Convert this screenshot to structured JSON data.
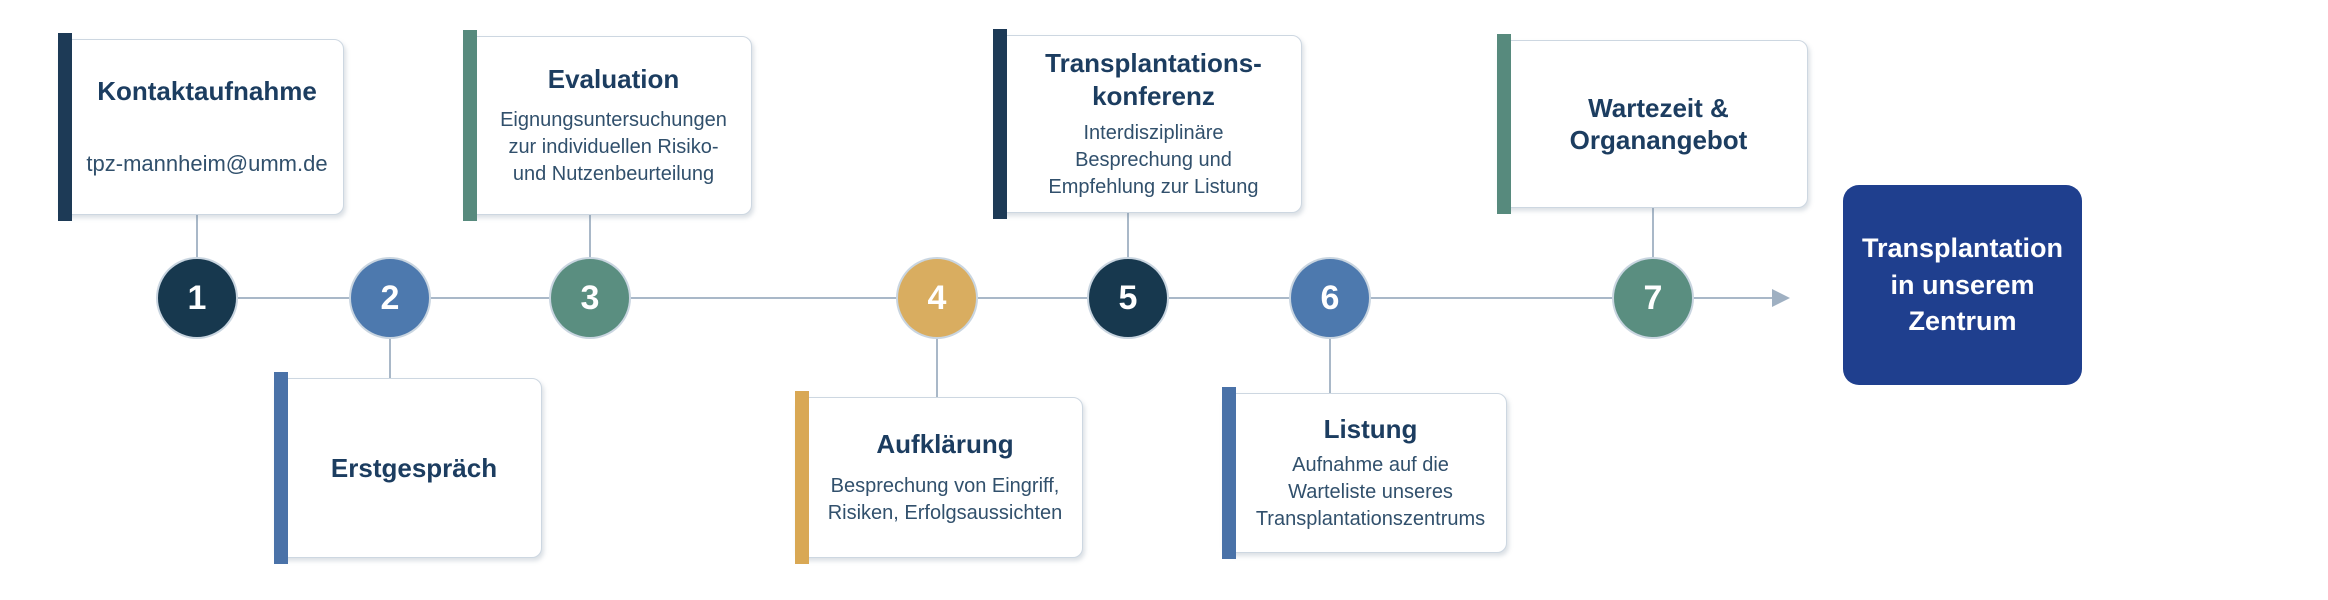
{
  "diagram": {
    "type": "process-timeline",
    "language": "de",
    "palette": {
      "navy": "#17384e",
      "blue": "#4d79ae",
      "green": "#5a8e80",
      "gold": "#d9ad60",
      "end_box": "#1f3f8e",
      "connector_line": "#a9b8c8",
      "title_text": "#1c3d60",
      "body_text": "#31506c"
    },
    "steps": [
      {
        "number": "1",
        "accent_color": "#17384e",
        "card_position": "above",
        "title": "Kontaktaufnahme",
        "body": "tpz-mannheim@umm.de"
      },
      {
        "number": "2",
        "accent_color": "#4d79ae",
        "card_position": "below",
        "title": "Erstgespräch",
        "body": ""
      },
      {
        "number": "3",
        "accent_color": "#5a8e80",
        "card_position": "above",
        "title": "Evaluation",
        "body": "Eignungsuntersuchungen\nzur individuellen Risiko-\nund Nutzenbeurteilung"
      },
      {
        "number": "4",
        "accent_color": "#d9ad60",
        "card_position": "below",
        "title": "Aufklärung",
        "body": "Besprechung von Eingriff,\nRisiken, Erfolgsaussichten"
      },
      {
        "number": "5",
        "accent_color": "#17384e",
        "card_position": "above",
        "title": "Transplantations-\nkonferenz",
        "body": "Interdisziplinäre\nBesprechung und\nEmpfehlung zur Listung"
      },
      {
        "number": "6",
        "accent_color": "#4d79ae",
        "card_position": "below",
        "title": "Listung",
        "body": "Aufnahme auf die\nWarteliste unseres\nTransplantationszentrums"
      },
      {
        "number": "7",
        "accent_color": "#5a8e80",
        "card_position": "above",
        "title": "Wartezeit &\nOrganangebot",
        "body": ""
      }
    ],
    "end_node": {
      "label": "Transplantation\nin unserem\nZentrum",
      "color": "#1f3f8e"
    }
  }
}
